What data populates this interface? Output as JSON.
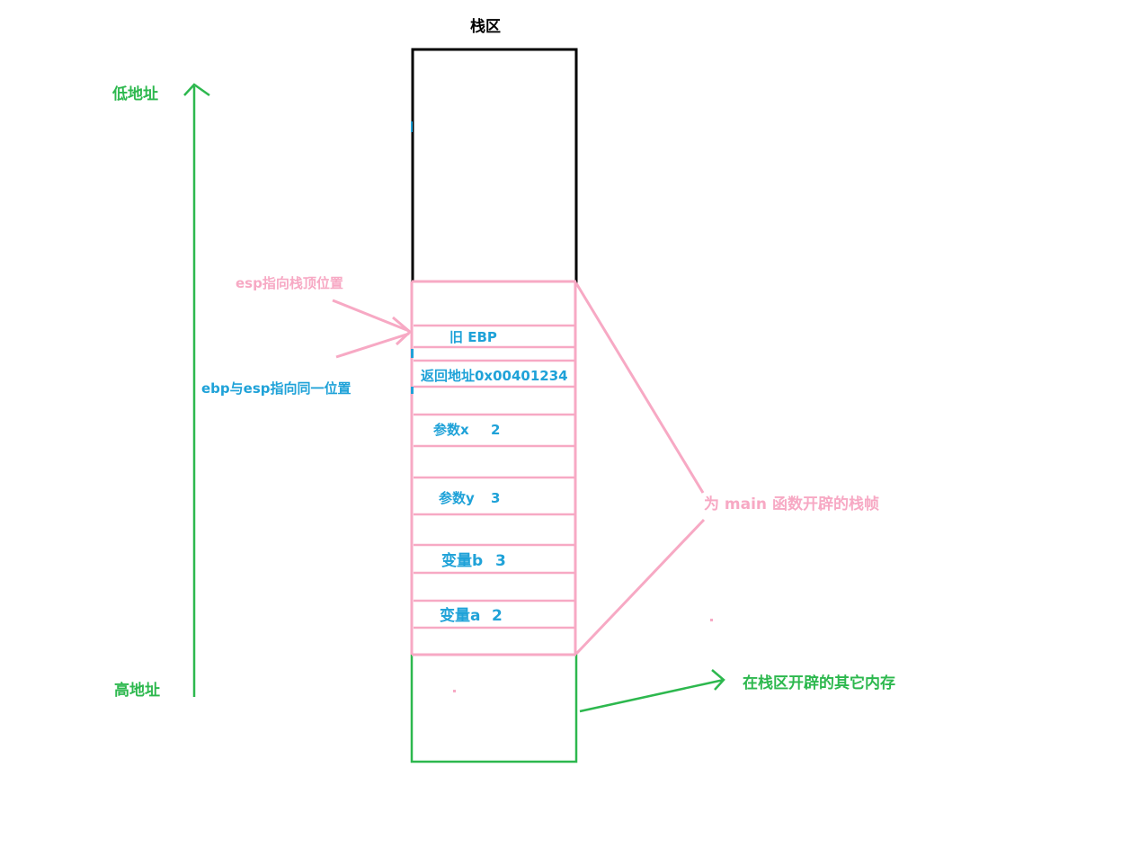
{
  "colors": {
    "green": "#2db84e",
    "pink": "#f7a9c4",
    "blue": "#1fa2d8",
    "black": "#000000"
  },
  "labels": {
    "stack_title": "栈区",
    "low_address": "低地址",
    "high_address": "高地址",
    "esp_note": "esp指向栈顶位置",
    "ebp_esp_note": "ebp与esp指向同一位置",
    "frame_note": "为 main 函数开辟的栈帧",
    "other_memory_note": "在栈区开辟的其它内存"
  },
  "stack_cells": {
    "old_ebp": "旧 EBP",
    "return_address": "返回地址0x00401234",
    "param_x": "参数x",
    "param_x_value": "2",
    "param_y": "参数y",
    "param_y_value": "3",
    "var_b": "变量b",
    "var_b_value": "3",
    "var_a": "变量a",
    "var_a_value": "2"
  }
}
